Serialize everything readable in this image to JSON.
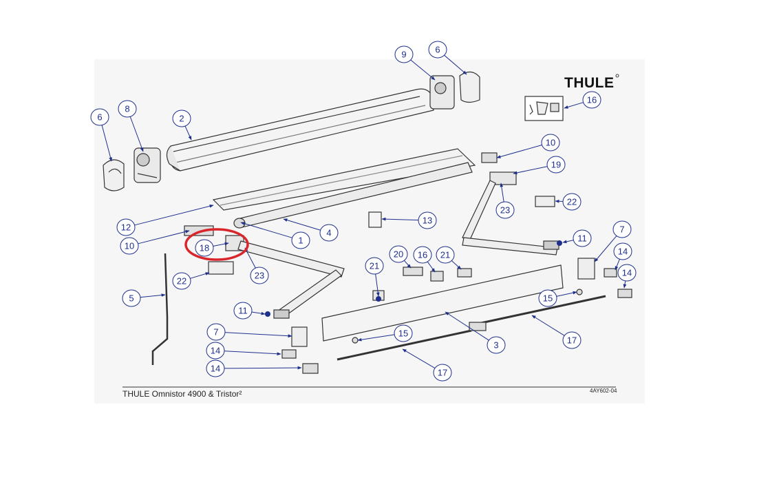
{
  "brand": {
    "logo_text": "THULE"
  },
  "footer": {
    "title": "THULE Omnistor 4900 & Tristor²",
    "drawing_code": "4AY602-04"
  },
  "colors": {
    "callout": "#1e2f8c",
    "highlight": "#d9262b",
    "line": "#444444"
  },
  "highlighted_callout": "18",
  "callouts": [
    {
      "id": "c-9-top",
      "label": "9"
    },
    {
      "id": "c-6-top",
      "label": "6"
    },
    {
      "id": "c-6-left",
      "label": "6"
    },
    {
      "id": "c-8",
      "label": "8"
    },
    {
      "id": "c-2",
      "label": "2"
    },
    {
      "id": "c-16-box",
      "label": "16"
    },
    {
      "id": "c-10-right",
      "label": "10"
    },
    {
      "id": "c-19",
      "label": "19"
    },
    {
      "id": "c-22-right",
      "label": "22"
    },
    {
      "id": "c-23-right",
      "label": "23"
    },
    {
      "id": "c-11-right",
      "label": "11"
    },
    {
      "id": "c-13",
      "label": "13"
    },
    {
      "id": "c-12",
      "label": "12"
    },
    {
      "id": "c-4",
      "label": "4"
    },
    {
      "id": "c-1",
      "label": "1"
    },
    {
      "id": "c-10-left",
      "label": "10"
    },
    {
      "id": "c-18",
      "label": "18"
    },
    {
      "id": "c-23-left",
      "label": "23"
    },
    {
      "id": "c-22-left",
      "label": "22"
    },
    {
      "id": "c-7-right",
      "label": "7"
    },
    {
      "id": "c-14-right-a",
      "label": "14"
    },
    {
      "id": "c-14-right-b",
      "label": "14"
    },
    {
      "id": "c-20",
      "label": "20"
    },
    {
      "id": "c-16-mid",
      "label": "16"
    },
    {
      "id": "c-21-mid",
      "label": "21"
    },
    {
      "id": "c-21-left",
      "label": "21"
    },
    {
      "id": "c-15-right",
      "label": "15"
    },
    {
      "id": "c-5",
      "label": "5"
    },
    {
      "id": "c-11-left",
      "label": "11"
    },
    {
      "id": "c-3",
      "label": "3"
    },
    {
      "id": "c-17-right",
      "label": "17"
    },
    {
      "id": "c-15-left",
      "label": "15"
    },
    {
      "id": "c-7-left",
      "label": "7"
    },
    {
      "id": "c-14-left-a",
      "label": "14"
    },
    {
      "id": "c-14-left-b",
      "label": "14"
    },
    {
      "id": "c-17-left",
      "label": "17"
    }
  ]
}
